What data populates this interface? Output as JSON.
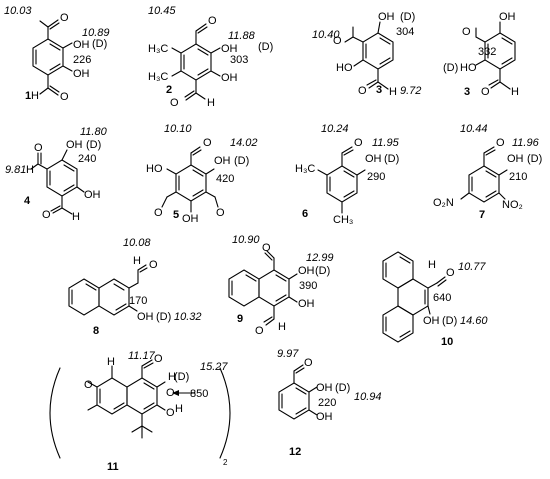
{
  "compounds": [
    {
      "id": "1",
      "label": "1",
      "shifts": {
        "cho": "10.03",
        "oh": "10.89"
      },
      "coupling": "226",
      "d": "(D)",
      "atoms": {
        "o_top": "O",
        "oh": "OH",
        "oh2": "OH",
        "o_bot": "O",
        "h1": "H",
        "h2": "H"
      }
    },
    {
      "id": "2",
      "label": "2",
      "shifts": {
        "cho": "10.45",
        "oh": "11.88"
      },
      "coupling": "303",
      "d": "(D)",
      "atoms": {
        "o_top": "O",
        "oh": "OH",
        "oh2": "OH",
        "o_bot": "O",
        "h1": "H",
        "h2": "H",
        "me1": "H₃C",
        "me2": "H₃C"
      }
    },
    {
      "id": "3a",
      "label": "3",
      "shifts": {
        "cho": "10.40",
        "cho2": "9.72"
      },
      "coupling": "304",
      "d": "(D)",
      "atoms": {
        "oh": "OH",
        "o1": "O",
        "oh2": "HO",
        "o2": "O",
        "h1": "H",
        "h2": "H"
      }
    },
    {
      "id": "3b",
      "label": "3",
      "coupling": "332",
      "d": "(D)",
      "atoms": {
        "oh": "OH",
        "o1": "O",
        "oh2": "HO",
        "o2": "O",
        "h1": "H",
        "h2": "H"
      }
    },
    {
      "id": "4",
      "label": "4",
      "shifts": {
        "cho": "9.81",
        "oh": "11.80"
      },
      "coupling": "240",
      "d": "(D)",
      "atoms": {
        "oh": "OH",
        "oh2": "OH",
        "o1": "O",
        "o2": "O",
        "h1": "H",
        "h2": "H"
      }
    },
    {
      "id": "5",
      "label": "5",
      "shifts": {
        "cho": "10.10",
        "oh": "14.02"
      },
      "coupling": "420",
      "d": "(D)",
      "atoms": {
        "ho": "HO",
        "oh": "OH",
        "ho2": "OH",
        "o1": "O",
        "o2": "O",
        "o3": "O"
      }
    },
    {
      "id": "6",
      "label": "6",
      "shifts": {
        "cho": "10.24",
        "oh": "11.95"
      },
      "coupling": "290",
      "d": "(D)",
      "atoms": {
        "o1": "O",
        "oh": "OH",
        "me1": "H₃C",
        "me2": "CH₃",
        "h1": "H"
      }
    },
    {
      "id": "7",
      "label": "7",
      "shifts": {
        "cho": "10.44",
        "oh": "11.96"
      },
      "coupling": "210",
      "d": "(D)",
      "atoms": {
        "o1": "O",
        "oh": "OH",
        "no2a": "O₂N",
        "no2b": "NO₂",
        "h1": "H"
      }
    },
    {
      "id": "8",
      "label": "8",
      "shifts": {
        "cho": "10.08",
        "oh": "10.32"
      },
      "coupling": "170",
      "d": "(D)",
      "atoms": {
        "o1": "O",
        "oh": "OH",
        "h1": "H"
      }
    },
    {
      "id": "9",
      "label": "9",
      "shifts": {
        "cho": "10.90",
        "oh": "12.99"
      },
      "coupling": "390",
      "d": "(D)",
      "atoms": {
        "o1": "O",
        "oh": "OH",
        "oh2": "OH",
        "o2": "O",
        "h1": "H",
        "h2": "H"
      }
    },
    {
      "id": "10",
      "label": "10",
      "shifts": {
        "cho": "10.77",
        "oh": "14.60"
      },
      "coupling": "640",
      "d": "(D)",
      "atoms": {
        "o1": "O",
        "oh": "OH",
        "h1": "H"
      }
    },
    {
      "id": "11",
      "label": "11",
      "shifts": {
        "cho": "11.17",
        "oh": "15.27"
      },
      "coupling": "850",
      "d": "(D)",
      "dimer": "2",
      "atoms": {
        "o1": "O",
        "h1": "H",
        "oh": "O",
        "oh_h": "H",
        "oh2": "O",
        "oh2_h": "H",
        "oh3": "O",
        "oh3_h": "H"
      }
    },
    {
      "id": "12",
      "label": "12",
      "shifts": {
        "cho": "9.97",
        "oh": "10.94"
      },
      "coupling": "220",
      "d": "(D)",
      "atoms": {
        "o1": "O",
        "oh": "OH",
        "oh2": "OH",
        "h1": "H"
      }
    }
  ]
}
